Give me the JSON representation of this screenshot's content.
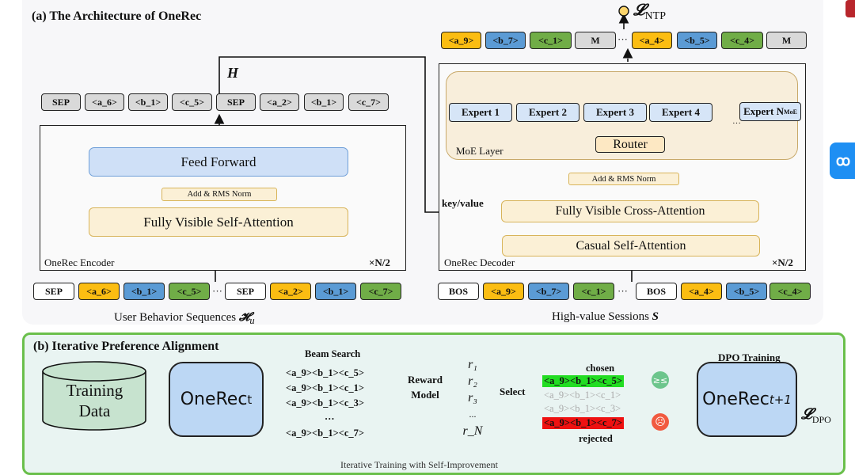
{
  "panel_a": {
    "title": "(a) The Architecture of OneRec",
    "encoder": {
      "label": "OneRec Encoder",
      "repeat": "×N/2",
      "feed_forward": "Feed Forward",
      "norm": "Add & RMS Norm",
      "attention": "Fully Visible Self-Attention",
      "output_label": "H",
      "output_tokens": [
        "SEP",
        "<a_6>",
        "<b_1>",
        "<c_5>",
        "SEP",
        "<a_2>",
        "<b_1>",
        "<c_7>"
      ],
      "input_tokens": [
        "SEP",
        "<a_6>",
        "<b_1>",
        "<c_5>",
        "SEP",
        "<a_2>",
        "<b_1>",
        "<c_7>"
      ],
      "ellipsis": "···",
      "caption": "User Behavior Sequences",
      "caption_symbol": "𝓗",
      "caption_sub": "u"
    },
    "decoder": {
      "label": "OneRec Decoder",
      "repeat": "×N/2",
      "moe_label": "MoE Layer",
      "experts": [
        "Expert 1",
        "Expert 2",
        "Expert 3",
        "Expert 4"
      ],
      "expert_n": "Expert N",
      "expert_n_sub": "MoE",
      "expert_dots": "···",
      "router": "Router",
      "norm": "Add & RMS Norm",
      "cross_attention": "Fully Visible Cross-Attention",
      "self_attention": "Casual Self-Attention",
      "key_value": "key/value",
      "loss_symbol": "𝓛",
      "loss_sub": "NTP",
      "output_tokens": [
        "<a_9>",
        "<b_7>",
        "<c_1>",
        "M",
        "<a_4>",
        "<b_5>",
        "<c_4>",
        "M"
      ],
      "input_tokens": [
        "BOS",
        "<a_9>",
        "<b_7>",
        "<c_1>",
        "BOS",
        "<a_4>",
        "<b_5>",
        "<c_4>"
      ],
      "ellipsis": "···",
      "caption": "High-value Sessions",
      "caption_symbol": "S"
    }
  },
  "panel_b": {
    "title": "(b) Iterative Preference Alignment",
    "training_data": [
      "Training",
      "Data"
    ],
    "onerec_t": "OneRec",
    "onerec_t_sub": "t",
    "beam_search_title": "Beam Search",
    "beam_results": [
      "<a_9><b_1><c_5>",
      "<a_9><b_1><c_1>",
      "<a_9><b_1><c_3>",
      "…",
      "<a_9><b_1><c_7>"
    ],
    "reward_model": [
      "Reward",
      "Model"
    ],
    "rewards": [
      "r₁",
      "r₂",
      "r₃",
      "...",
      "r_N"
    ],
    "select": "Select",
    "chosen_label": "chosen",
    "rejected_label": "rejected",
    "candidates": [
      {
        "text": "<a_9><b_1><c_5>",
        "status": "chosen"
      },
      {
        "text": "<a_9><b_1><c_1>",
        "status": "neutral"
      },
      {
        "text": "<a_9><b_1><c_3>",
        "status": "neutral"
      },
      {
        "text": "<a_9><b_1><c_7>",
        "status": "rejected"
      }
    ],
    "dpo_title": "DPO Training",
    "onerec_next": "OneRec",
    "onerec_next_sub": "t+1",
    "loss_symbol": "𝓛",
    "loss_sub": "DPO",
    "feedback_label": "Iterative Training with Self-Improvement"
  },
  "colors": {
    "token_a": "#fbbd12",
    "token_b": "#5b9bd5",
    "token_c": "#70ad47",
    "chosen": "#22dd22",
    "rejected": "#ee1111",
    "panel_b_border": "#6abf4b"
  }
}
